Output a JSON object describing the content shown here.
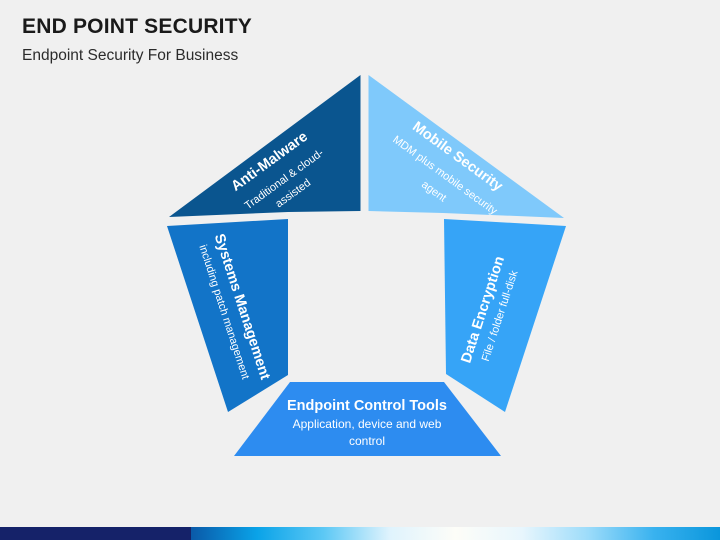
{
  "header": {
    "title": "END POINT SECURITY",
    "subtitle": "Endpoint Security For Business"
  },
  "diagram": {
    "name": "pentagon-cycle-diagram",
    "shape": "pentagon-ring",
    "segment_count": 5,
    "center_fill": "#f0f0f0",
    "segments": [
      {
        "id": "anti-malware",
        "title": "Anti-Malware",
        "subtitle_line1": "Traditional & cloud-",
        "subtitle_line2": "assisted",
        "color": "#0a558f"
      },
      {
        "id": "mobile-security",
        "title": "Mobile Security",
        "subtitle_line1": "MDM plus mobile security",
        "subtitle_line2": "agent",
        "color": "#7fc9fb"
      },
      {
        "id": "data-encryption",
        "title": "Data Encryption",
        "subtitle_line1": "File / folder full-disk",
        "subtitle_line2": "",
        "color": "#36a4f7"
      },
      {
        "id": "endpoint-control-tools",
        "title": "Endpoint Control Tools",
        "subtitle_line1": "Application, device and web",
        "subtitle_line2": "control",
        "color": "#2d8cf0"
      },
      {
        "id": "systems-management",
        "title": "Systems Management",
        "subtitle_line1": "including patch management",
        "subtitle_line2": "",
        "color": "#1274c8"
      }
    ]
  },
  "footer": {
    "navy_color": "#152269",
    "gradient_colors": [
      "#0a59a8",
      "#0aa3e8",
      "#5cc8f5",
      "#dff3fd",
      "#fdfdf8",
      "#e8f6fd",
      "#9ddcfa",
      "#39b2ef",
      "#0a96dc"
    ]
  },
  "theme": {
    "background": "#f0f0f0",
    "text_color": "#1a1a1a",
    "label_text_color": "#ffffff"
  }
}
